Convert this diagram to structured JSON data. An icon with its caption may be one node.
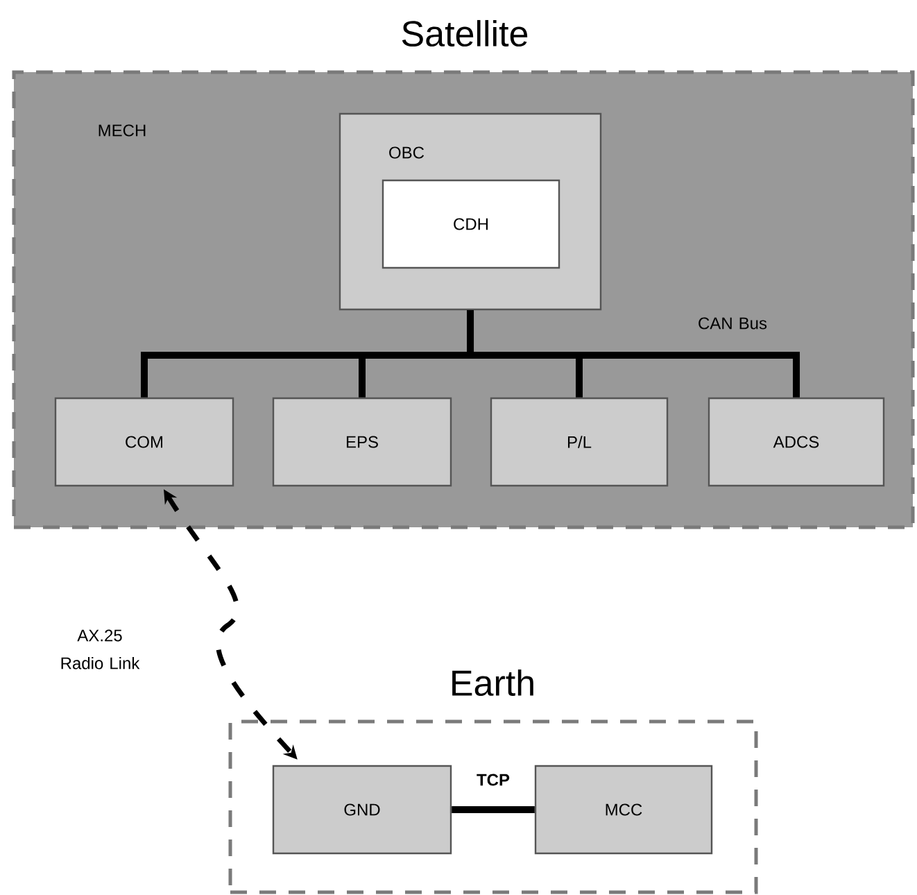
{
  "diagram": {
    "nodes": [
      {
        "text": [
          "Satellite",
          "MECH"
        ]
      },
      {
        "text": [
          "OBC"
        ],
        "in": 0
      },
      {
        "text": [
          "CDH"
        ],
        "in": 1
      },
      {
        "text": [
          "COM"
        ],
        "in": 0
      },
      {
        "text": [
          "EPS"
        ],
        "in": 0
      },
      {
        "text": [
          "P/L"
        ],
        "in": 0
      },
      {
        "text": [
          "ADCS"
        ],
        "in": 0
      },
      {
        "text": [
          "Earth"
        ]
      },
      {
        "text": [
          "GND"
        ],
        "in": 7
      },
      {
        "text": [
          "MCC"
        ],
        "in": 7
      }
    ],
    "edges": [
      {
        "from": 1,
        "to": 3,
        "arrow": "none"
      },
      {
        "from": 1,
        "to": 4,
        "arrow": "none"
      },
      {
        "from": 1,
        "to": 5,
        "arrow": "none"
      },
      {
        "from": 1,
        "to": 6,
        "arrow": "none",
        "label": "CAN Bus"
      },
      {
        "from": 3,
        "to": 8,
        "arrow": "both",
        "style": "dashed",
        "label": "AX.25 Radio Link"
      },
      {
        "from": 8,
        "to": 9,
        "arrow": "none",
        "label": "TCP"
      }
    ]
  }
}
